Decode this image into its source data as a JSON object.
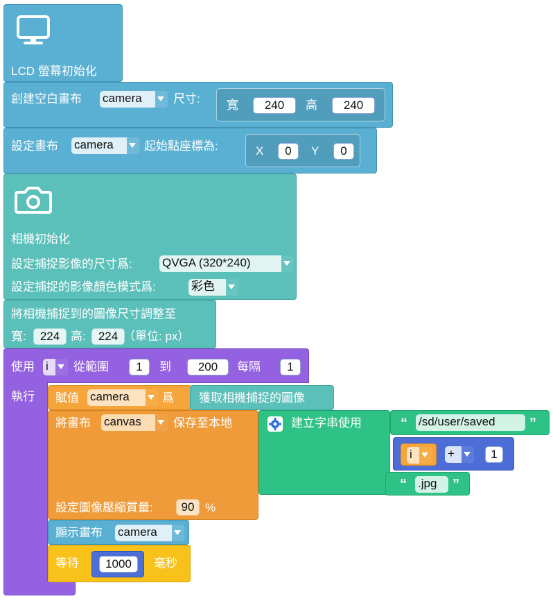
{
  "lcd_block": {
    "label": "LCD 螢幕初始化",
    "icon": "monitor-icon"
  },
  "create_canvas": {
    "label": "創建空白畫布",
    "canvas": "camera",
    "size_label": "尺寸:",
    "width_label": "寬",
    "width": "240",
    "height_label": "高",
    "height": "240"
  },
  "set_canvas_origin": {
    "label": "設定畫布",
    "canvas": "camera",
    "origin_label": "起始點座標為:",
    "x_label": "X",
    "x": "0",
    "y_label": "Y",
    "y": "0"
  },
  "camera_init": {
    "icon": "camera-icon",
    "label": "相機初始化",
    "size_label": "設定捕捉影像的尺寸爲:",
    "size_value": "QVGA (320*240)",
    "color_label": "設定捕捉的影像顏色模式爲:",
    "color_value": "彩色"
  },
  "resize_block": {
    "label": "將相機捕捉到的圖像尺寸調整至",
    "width_label": "寬:",
    "width": "224",
    "height_label": "高:",
    "height": "224",
    "unit": "（單位: px）"
  },
  "loop_block": {
    "label_use": "使用",
    "var": "i",
    "label_range": "從範圍",
    "from": "1",
    "label_to": "到",
    "to": "200",
    "label_step": "每隔",
    "step": "1",
    "label_do": "執行"
  },
  "assign_block": {
    "label": "賦值",
    "var": "camera",
    "label_as": "爲",
    "value": "獲取相機捕捉的圖像"
  },
  "save_block": {
    "label": "將畫布",
    "canvas": "canvas",
    "label_save": "保存至本地",
    "quality_label": "設定圖像壓縮質量:",
    "quality": "90",
    "quality_unit": "%"
  },
  "string_block": {
    "label": "建立字串使用",
    "part1": "/sd/user/saved",
    "var": "i",
    "op": "+",
    "num": "1",
    "part3": ".jpg",
    "open_quote": "“",
    "close_quote": "”"
  },
  "show_block": {
    "label": "顯示畫布",
    "canvas": "camera"
  },
  "wait_block": {
    "label": "等待",
    "value": "1000",
    "unit": "毫秒"
  }
}
